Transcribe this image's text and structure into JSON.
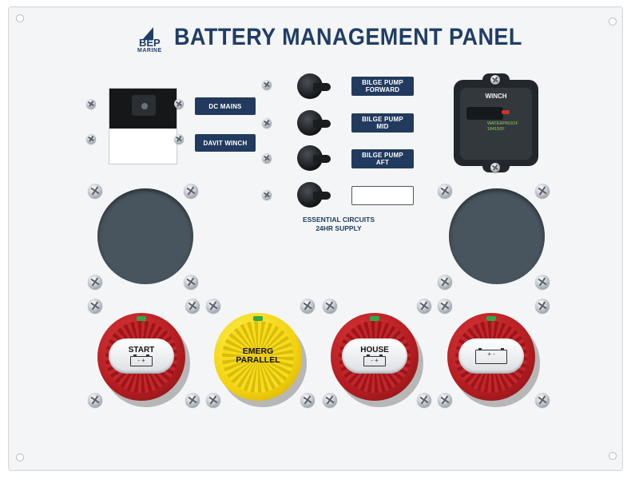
{
  "panel": {
    "title": "BATTERY MANAGEMENT PANEL",
    "logo": {
      "brand": "BEP",
      "sub": "MARINE"
    }
  },
  "dc_switch_labels": {
    "top": "DC MAINS",
    "bottom": "DAVIT WINCH"
  },
  "essential_circuits": {
    "switches": [
      {
        "line1": "BILGE PUMP",
        "line2": "FORWARD"
      },
      {
        "line1": "BILGE PUMP",
        "line2": "MID"
      },
      {
        "line1": "BILGE PUMP",
        "line2": "AFT"
      },
      {
        "line1": "",
        "line2": ""
      }
    ],
    "caption_line1": "ESSENTIAL CIRCUITS",
    "caption_line2": "24HR SUPPLY"
  },
  "winch_breaker": {
    "label": "WINCH",
    "spec_line1": "WATERPROOF",
    "spec_line2": "184150F"
  },
  "battery_switches": [
    {
      "label": "START",
      "color": "red",
      "battery_text": "- +"
    },
    {
      "label_line1": "EMERG",
      "label_line2": "PARALLEL",
      "color": "yellow"
    },
    {
      "label": "HOUSE",
      "color": "red",
      "battery_text": "- +"
    },
    {
      "label": "",
      "color": "red",
      "battery_text": "+ -"
    }
  ],
  "colors": {
    "navy": "#223a5e",
    "red": "#c4262a",
    "yellow": "#f3d20e",
    "green_indicator": "#2ea84a"
  }
}
